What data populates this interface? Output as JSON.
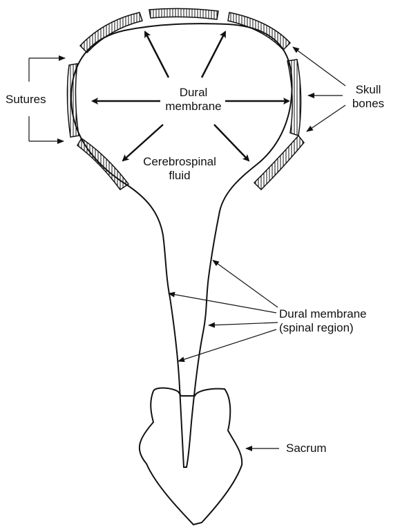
{
  "diagram": {
    "labels": {
      "dural_membrane_line1": "Dural",
      "dural_membrane_line2": "membrane",
      "csf_line1": "Cerebrospinal",
      "csf_line2": "fluid",
      "sutures": "Sutures",
      "skull_bones_line1": "Skull",
      "skull_bones_line2": "bones",
      "dural_spinal_line1": "Dural membrane",
      "dural_spinal_line2": "(spinal region)",
      "sacrum": "Sacrum"
    },
    "colors": {
      "ink": "#111111",
      "background": "#ffffff"
    }
  }
}
